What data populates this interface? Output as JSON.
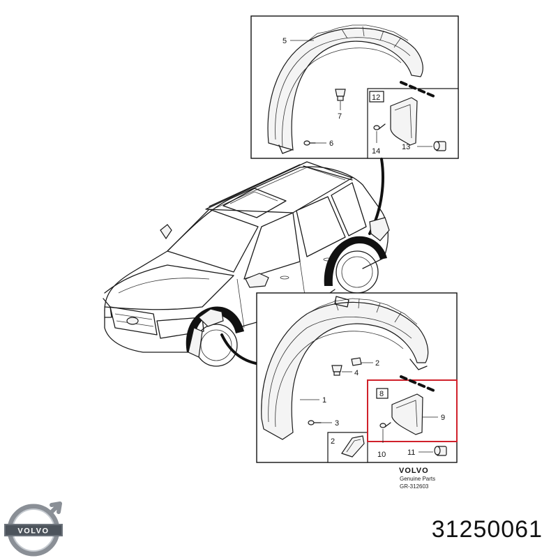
{
  "callouts": {
    "c1": "1",
    "c2": "2",
    "c3": "3",
    "c4": "4",
    "c5": "5",
    "c6": "6",
    "c7": "7",
    "c8": "8",
    "c9": "9",
    "c10": "10",
    "c11": "11",
    "c12": "12",
    "c13": "13",
    "c14": "14",
    "c2inset": "2"
  },
  "brand": {
    "name": "VOLVO",
    "subtitle": "Genuine Parts",
    "code": "GR-312603"
  },
  "logo": {
    "text": "VOLVO"
  },
  "part_number": "31250061",
  "colors": {
    "highlight": "#d0202a",
    "ink": "#111111"
  }
}
